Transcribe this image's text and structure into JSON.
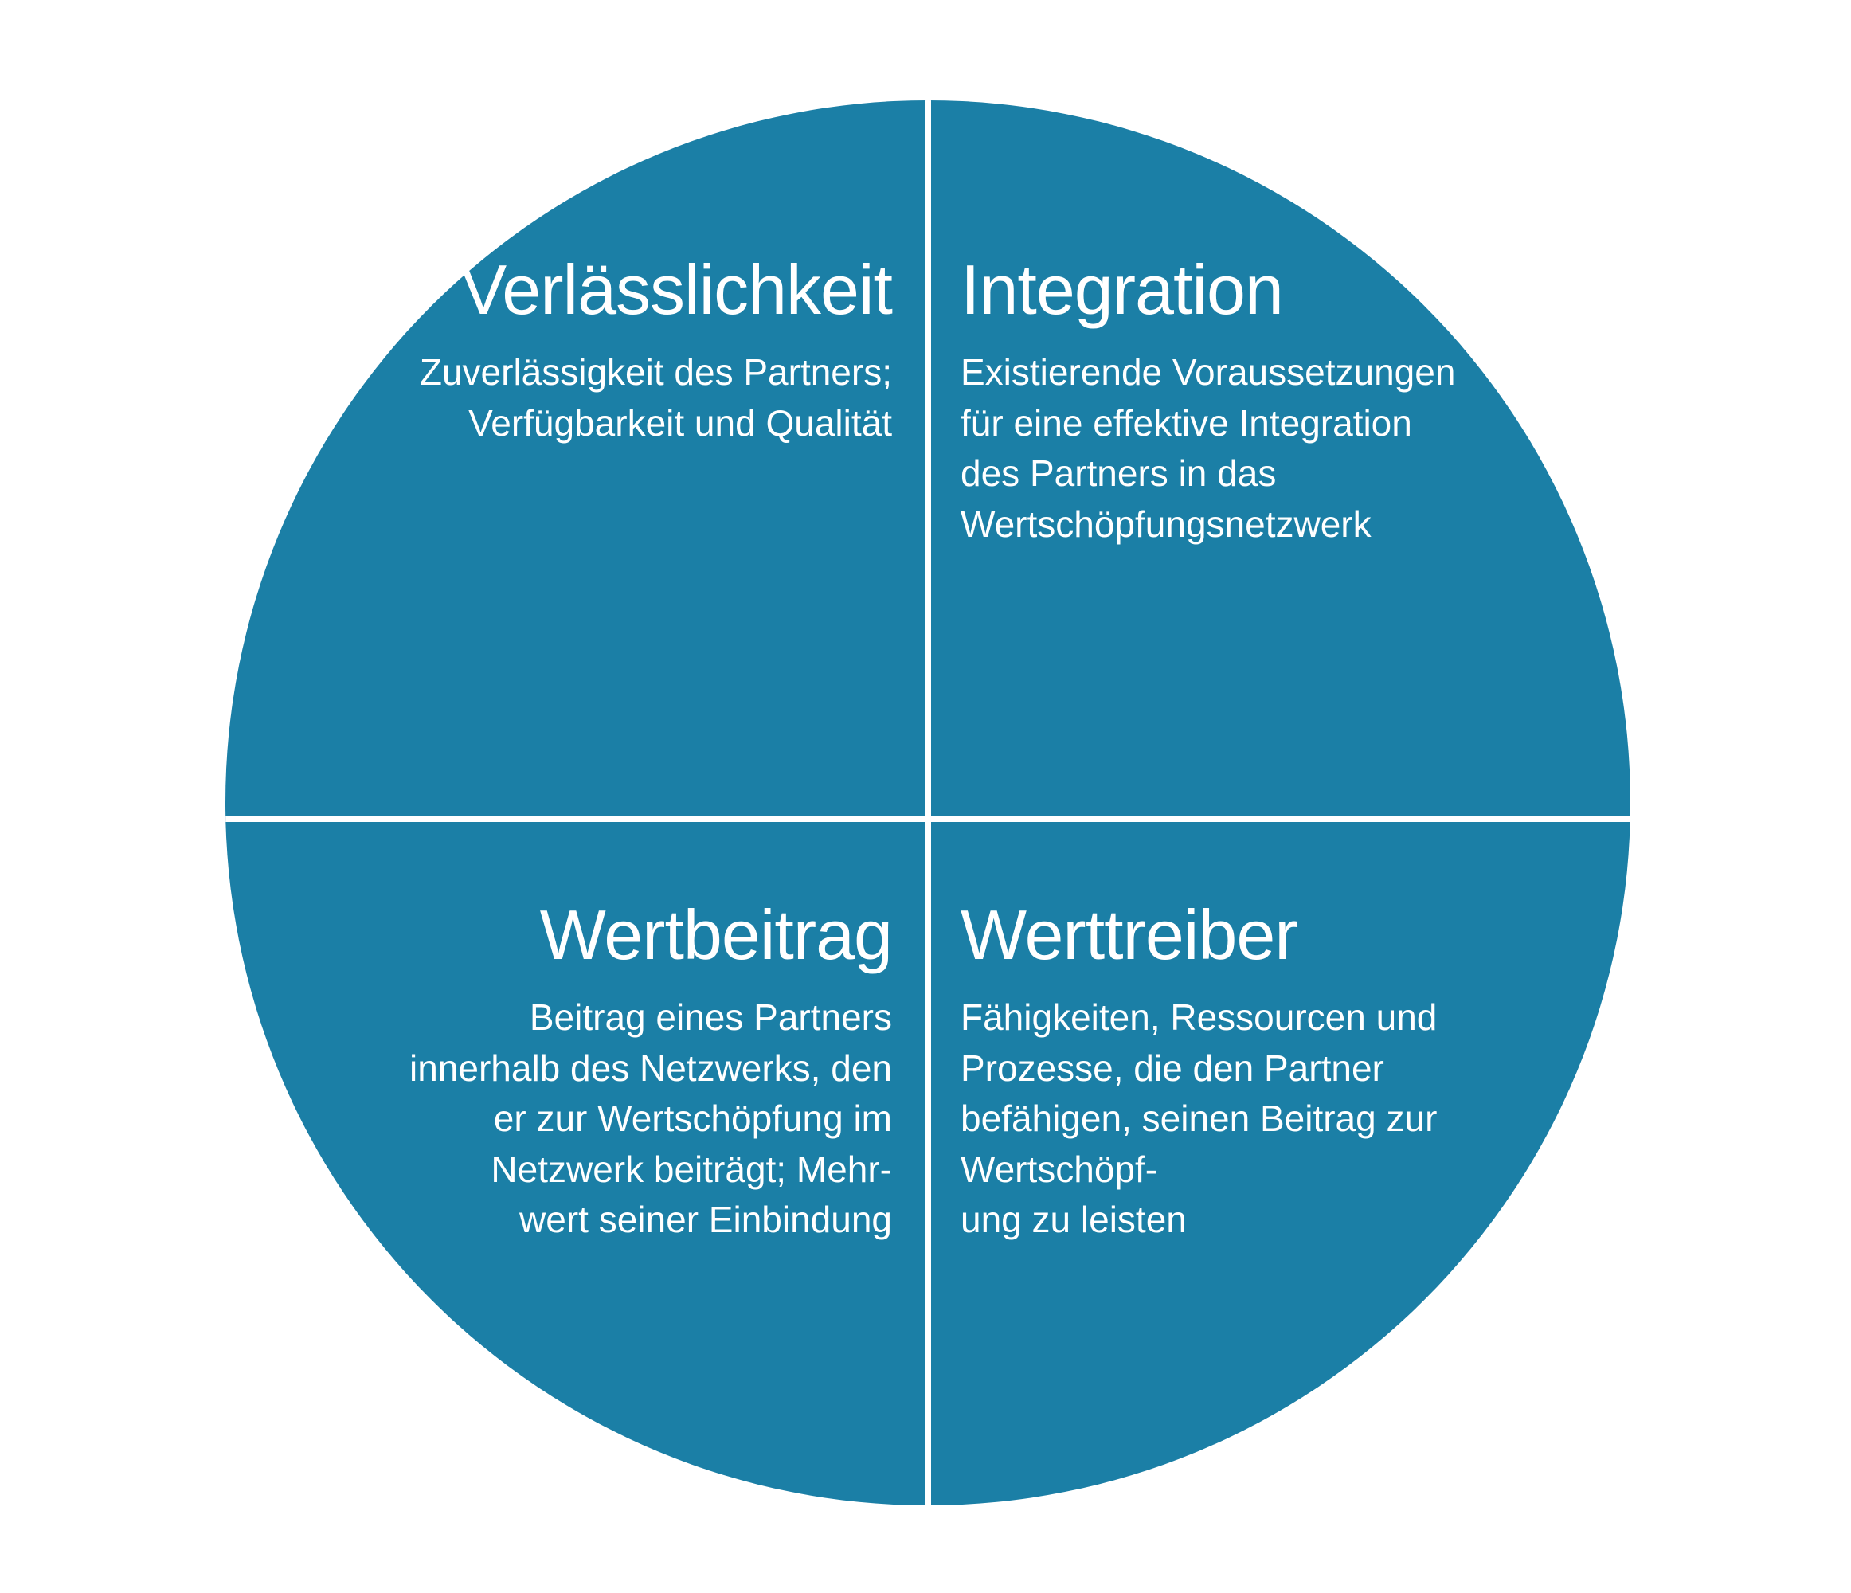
{
  "diagram": {
    "type": "four-quadrant-circle",
    "colors": {
      "circle_fill": "#1b7fa6",
      "divider": "#ffffff",
      "text": "#ffffff",
      "background": "#ffffff"
    },
    "quadrants": {
      "top_left": {
        "title": "Verlässlichkeit",
        "description": "Zuverlässigkeit des Partners;\nVerfügbarkeit und Qualität"
      },
      "top_right": {
        "title": "Integration",
        "description": "Existierende Voraussetzungen\nfür eine effektive Integration\ndes Partners in das\nWertschöpfungsnetzwerk"
      },
      "bottom_left": {
        "title": "Wertbeitrag",
        "description": "Beitrag eines Partners\ninnerhalb des Netzwerks, den\ner zur Wertschöpfung im\nNetzwerk beiträgt; Mehr-\nwert seiner Einbindung"
      },
      "bottom_right": {
        "title": "Werttreiber",
        "description": "Fähigkeiten, Ressourcen und\nProzesse, die den Partner\nbefähigen, seinen Beitrag zur\nWertschöpf-\nung zu leisten"
      }
    }
  }
}
